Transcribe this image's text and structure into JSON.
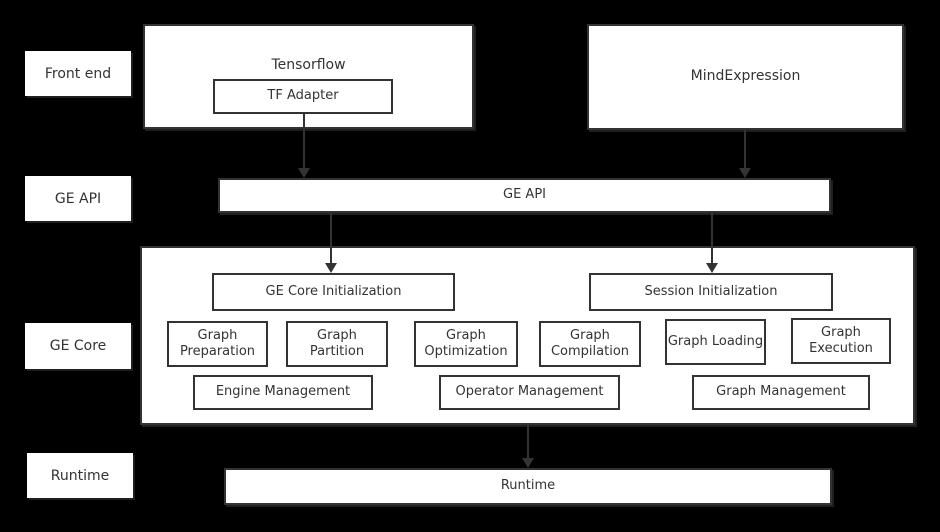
{
  "diagram": {
    "layers": [
      "Front end",
      "GE API",
      "GE Core",
      "Runtime"
    ],
    "front_end": {
      "tensorflow_label": "Tensorflow",
      "tf_adapter_label": "TF Adapter",
      "mindexpression_label": "MindExpression"
    },
    "ge_api": {
      "label": "GE API"
    },
    "ge_core": {
      "init": [
        "GE Core Initialization",
        "Session Initialization"
      ],
      "modules": [
        "Graph Preparation",
        "Graph Partition",
        "Graph Optimization",
        "Graph Compilation",
        "Graph Loading",
        "Graph Execution"
      ],
      "management": [
        "Engine Management",
        "Operator Management",
        "Graph Management"
      ]
    },
    "runtime": {
      "label": "Runtime"
    },
    "arrows": [
      {
        "from": "tf-adapter",
        "to": "ge-api"
      },
      {
        "from": "mindexpression",
        "to": "ge-api"
      },
      {
        "from": "ge-api",
        "to": "ge-core-initialization"
      },
      {
        "from": "ge-api",
        "to": "session-initialization"
      },
      {
        "from": "ge-core",
        "to": "runtime"
      }
    ],
    "colors": {
      "background": "#000000",
      "box_fill": "#ffffff",
      "box_border": "#333333",
      "text": "#333333",
      "arrow": "#333333"
    }
  }
}
